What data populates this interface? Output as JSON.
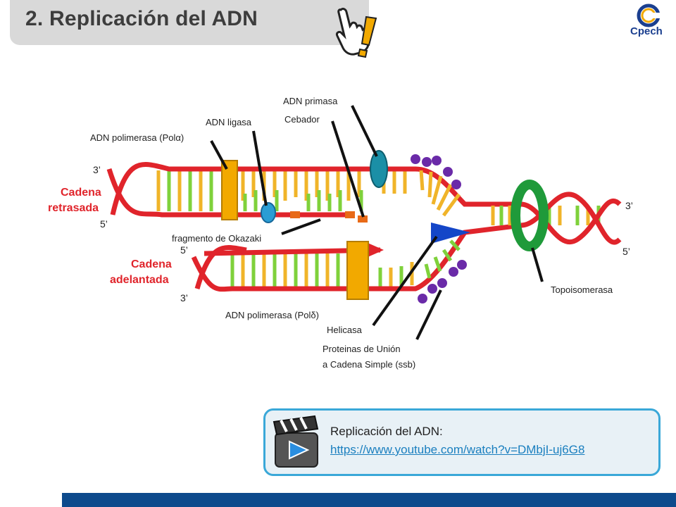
{
  "header": {
    "title": "2. Replicación del ADN",
    "logo_text": "Cpech"
  },
  "diagram": {
    "labels": {
      "adn_primasa": "ADN primasa",
      "cebador": "Cebador",
      "adn_ligasa": "ADN ligasa",
      "adn_polimerasa_alfa": "ADN polimerasa (Polα)",
      "cadena_retrasada_1": "Cadena",
      "cadena_retrasada_2": "retrasada",
      "fragmento_okazaki": "fragmento de Okazaki",
      "cadena_adelantada_1": "Cadena",
      "cadena_adelantada_2": "adelantada",
      "adn_polimerasa_delta": "ADN polimerasa (Polδ)",
      "helicasa": "Helicasa",
      "proteinas_1": "Proteinas de Unión",
      "proteinas_2": "a Cadena Simple (ssb)",
      "topoisomerasa": "Topoisomerasa",
      "end_top_left_3": "3’",
      "end_top_left_5": "5’",
      "end_bottom_left_5": "5’",
      "end_bottom_left_3": "3’",
      "end_right_3": "3’",
      "end_right_5": "5’"
    }
  },
  "video": {
    "title": "Replicación del ADN:",
    "link": "https://www.youtube.com/watch?v=DMbjI-uj6G8"
  },
  "colors": {
    "strand_red": "#e0242b",
    "base_yellow": "#f0b429",
    "base_green": "#7fd13b",
    "topoisomerase_green": "#1f9a3a",
    "primase_teal": "#1b8fa6",
    "ssb_purple": "#6a2aa8",
    "helicase_blue": "#1446c8",
    "polymerase_orange": "#f2a900",
    "footer_blue": "#0d4a8c"
  }
}
